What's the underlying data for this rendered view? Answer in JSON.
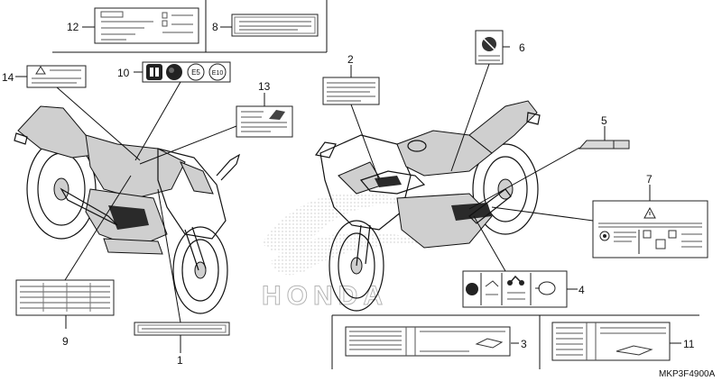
{
  "diagram": {
    "reference_code": "MKP3F4900A",
    "callouts": [
      "1",
      "2",
      "3",
      "4",
      "5",
      "6",
      "7",
      "8",
      "9",
      "10",
      "11",
      "12",
      "13",
      "14"
    ],
    "label_10_icons": [
      "E5",
      "E10"
    ],
    "watermark": "HONDA"
  }
}
